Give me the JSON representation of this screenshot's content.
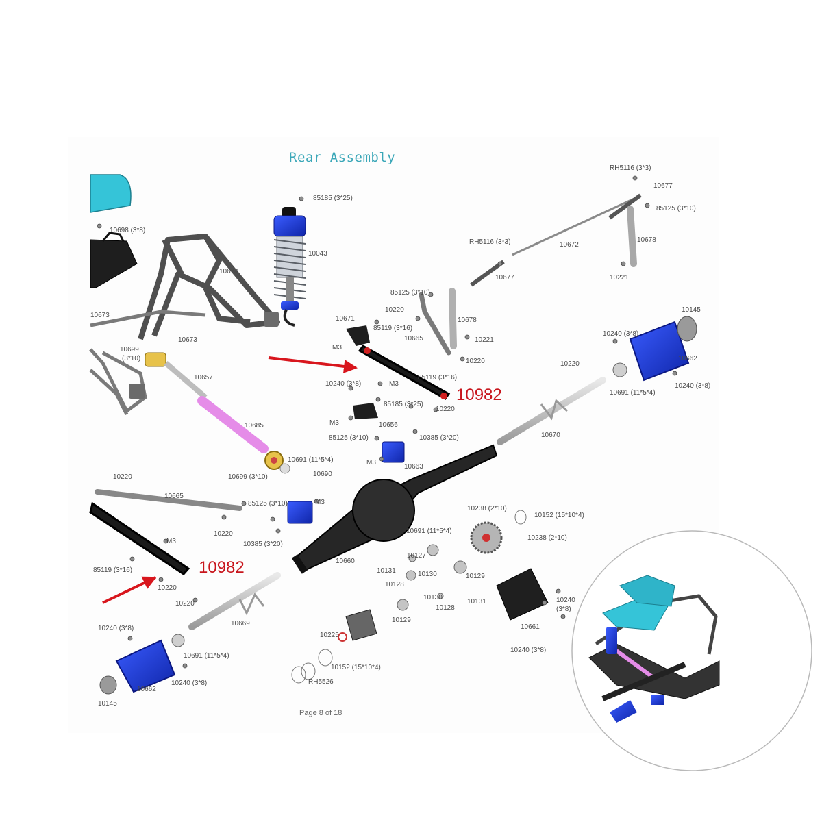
{
  "diagram": {
    "title": "Rear Assembly",
    "footer": "Page 8 of 18",
    "callout_part": "10982",
    "accent_colors": {
      "title": "#3aa7b8",
      "callout": "#c8161d",
      "aluminum_blue": "#1f3fd6",
      "link_pink": "#e58ce8",
      "body_cyan": "#35c4d8"
    }
  },
  "labels": [
    "85185 (3*25)",
    "10043",
    "10674",
    "10673",
    "10673",
    "10698 (3*8)",
    "10699",
    "(3*10)",
    "10657",
    "10685",
    "10691 (11*5*4)",
    "10699 (3*10)",
    "10690",
    "RH5116 (3*3)",
    "10677",
    "85125 (3*10)",
    "RH5116 (3*3)",
    "10672",
    "10677",
    "10678",
    "10221",
    "85125 (3*10)",
    "10220",
    "10671",
    "85119 (3*16)",
    "10665",
    "10678",
    "10221",
    "M3",
    "10240 (3*8)",
    "M3",
    "85119 (3*16)",
    "10220",
    "85185 (3*25)",
    "10220",
    "M3",
    "10656",
    "85125 (3*10)",
    "10385 (3*20)",
    "M3",
    "10663",
    "10145",
    "10240 (3*8)",
    "10662",
    "10220",
    "10691 (11*5*4)",
    "10240 (3*8)",
    "10670",
    "10220",
    "10665",
    "85125 (3*10)",
    "M3",
    "10220",
    "10385 (3*20)",
    "M3",
    "85119 (3*16)",
    "10220",
    "10660",
    "10691 (11*5*4)",
    "10127",
    "10238 (2*10)",
    "10152 (15*10*4)",
    "10238 (2*10)",
    "10131",
    "10130",
    "10129",
    "10128",
    "10130",
    "10128",
    "10131",
    "10129",
    "10225",
    "10152 (15*10*4)",
    "RH5526",
    "10220",
    "10669",
    "10240 (3*8)",
    "10691 (11*5*4)",
    "10240 (3*8)",
    "10662",
    "10145",
    "10240",
    "(3*8)",
    "10661",
    "10240 (3*8)"
  ]
}
